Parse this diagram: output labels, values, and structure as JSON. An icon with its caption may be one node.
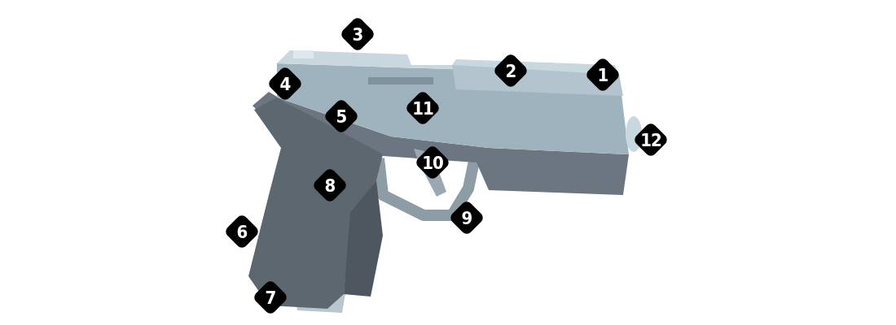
{
  "diagram": {
    "labels": [
      "3",
      "2",
      "1",
      "4",
      "11",
      "5",
      "12",
      "10",
      "8",
      "9",
      "6",
      "7"
    ]
  }
}
